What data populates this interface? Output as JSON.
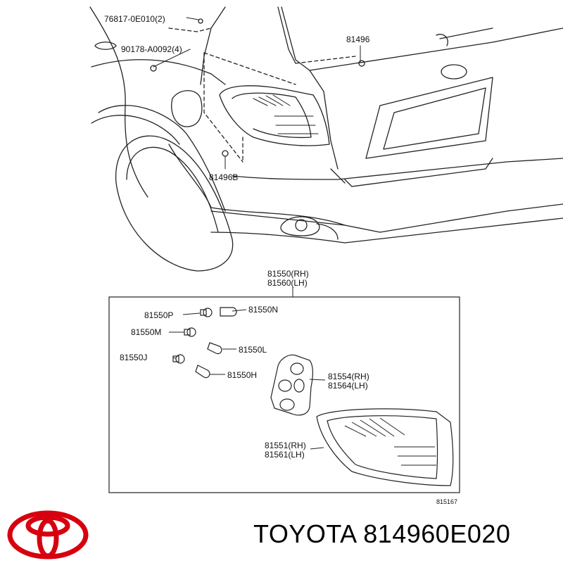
{
  "callouts": {
    "c1": "76817-0E010(2)",
    "c2": "90178-A0092(4)",
    "c3": "81496",
    "c4": "81496B",
    "assy_rh": "81550(RH)",
    "assy_lh": "81560(LH)",
    "p": "81550P",
    "n": "81550N",
    "m": "81550M",
    "l": "81550L",
    "j": "81550J",
    "h": "81550H",
    "gasket_rh": "81554(RH)",
    "gasket_lh": "81564(LH)",
    "lens_rh": "81551(RH)",
    "lens_lh": "81561(LH)",
    "ref": "815167"
  },
  "brand": {
    "text": "TOYOTA 814960E020",
    "logo": "toyota-logo-icon",
    "logo_color": "#d7000f"
  }
}
